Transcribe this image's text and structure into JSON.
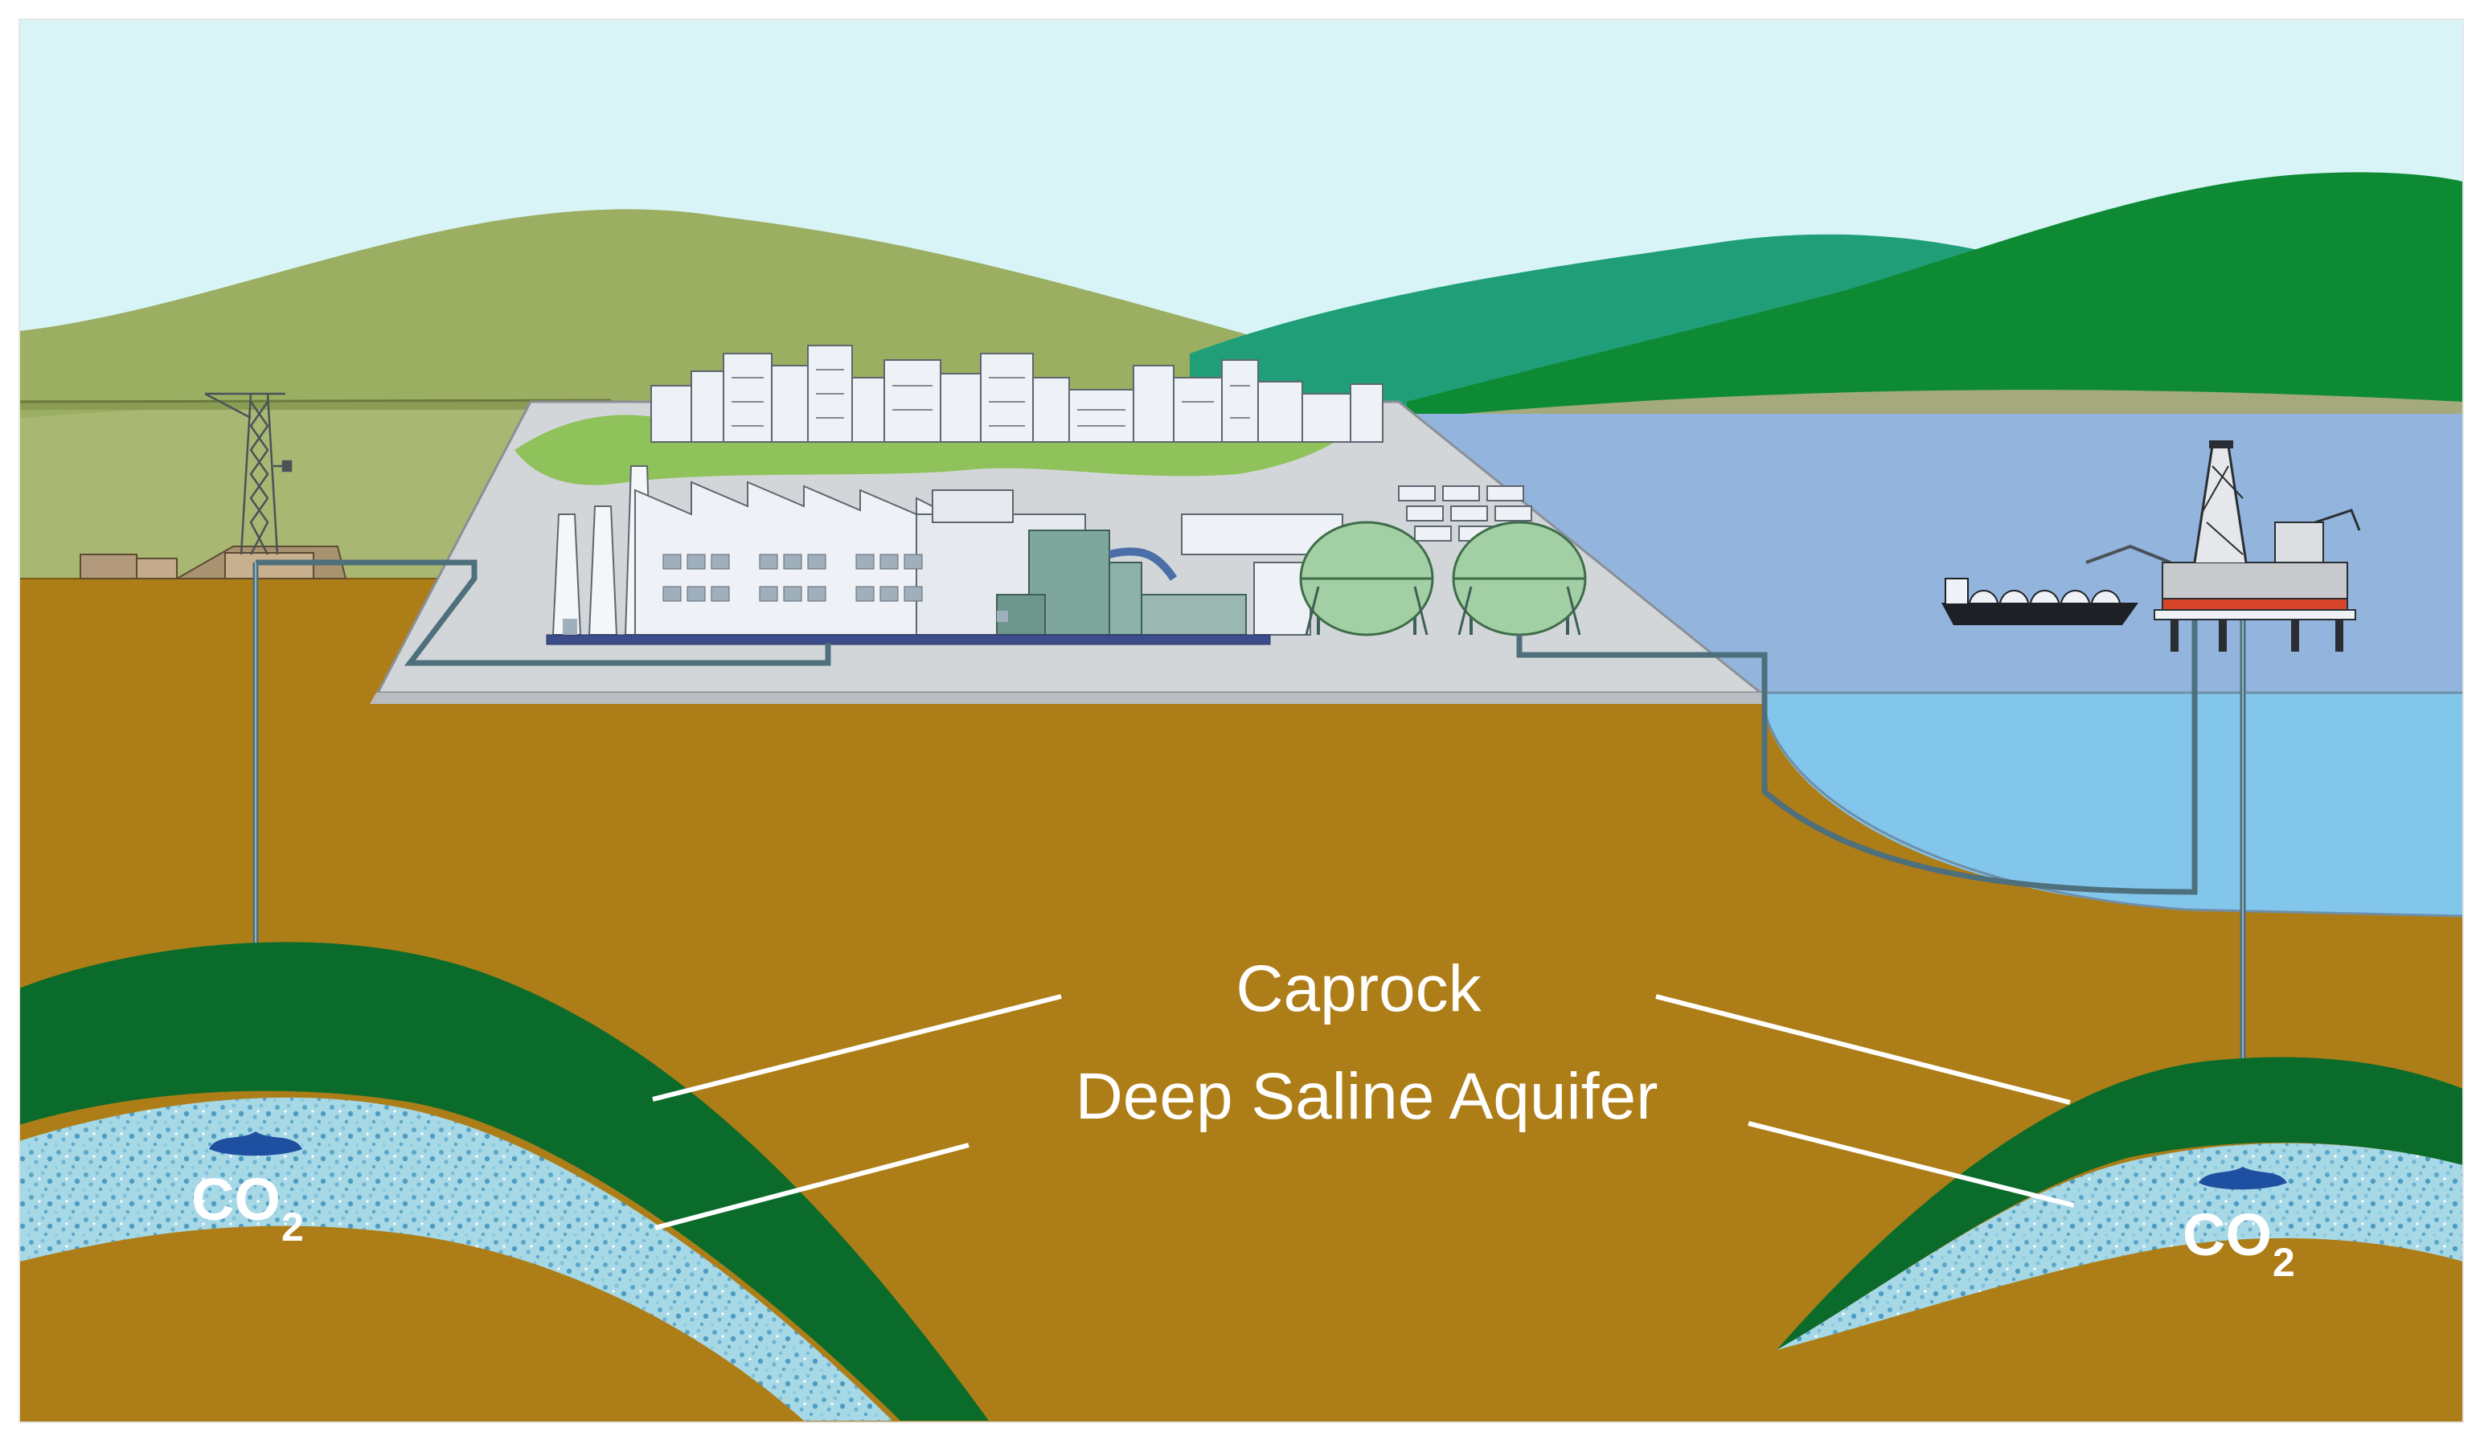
{
  "labels": {
    "caprock": "Caprock",
    "aquifer": "Deep Saline Aquifer",
    "co2_left": {
      "base": "CO",
      "sub": "2"
    },
    "co2_right": {
      "base": "CO",
      "sub": "2"
    }
  },
  "colors": {
    "sky": "#d8f4f6",
    "hill_far": "#9bae62",
    "hill_left_mid": "#a8b873",
    "hill_teal": "#1f9e78",
    "hill_green": "#0e8a34",
    "hill_sand": "#a5aa7c",
    "soil": "#ad7d18",
    "caprock": "#0b6b2a",
    "aquifer": "#a6d8e6",
    "aquifer_dots": "#5aa6c8",
    "sea_surface": "#93b4dc",
    "sea_deep": "#83c6ec",
    "pipe": "#4e6f7c",
    "plant": "#eef2f6",
    "platform": "#d3d6d9",
    "co2_blob": "#1f4fa0",
    "label": "#ffffff"
  },
  "icons": [
    "power-plant-icon",
    "city-skyline-icon",
    "storage-tank-icon",
    "injection-tower-icon",
    "offshore-rig-icon",
    "tanker-ship-icon"
  ]
}
